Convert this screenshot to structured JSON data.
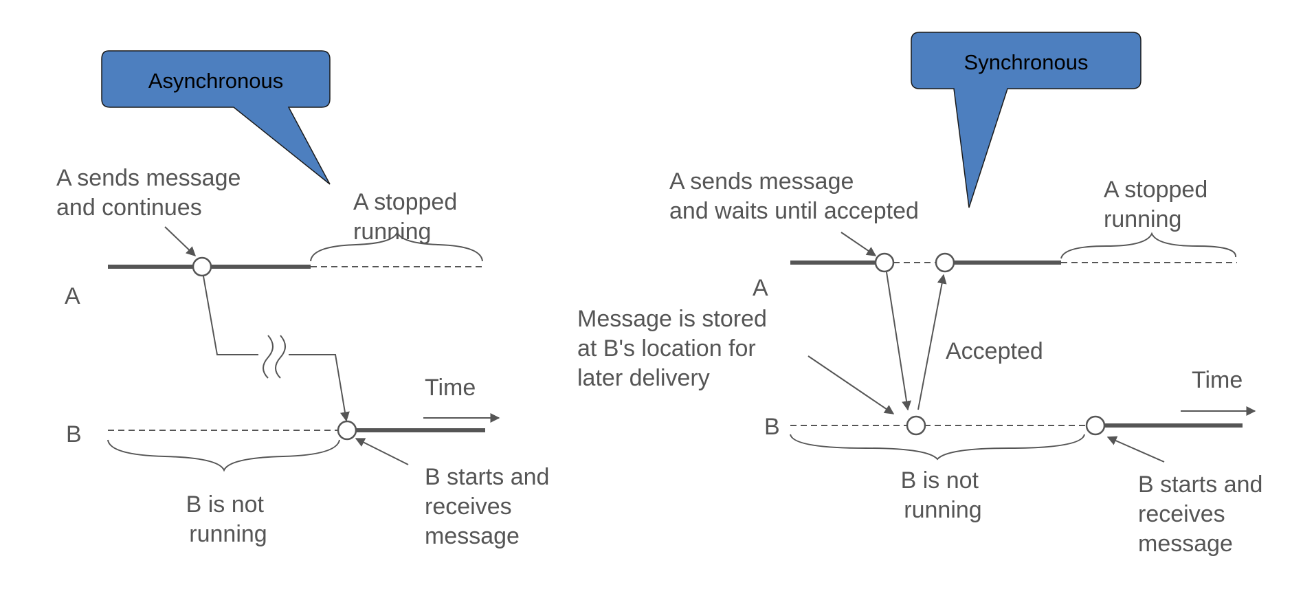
{
  "async": {
    "callout": "Asynchronous",
    "sender_note": [
      "A sends message",
      "and continues"
    ],
    "a_stopped": [
      "A stopped",
      "running"
    ],
    "label_a": "A",
    "label_b": "B",
    "time": "Time",
    "b_not_running": [
      "B is not",
      "running"
    ],
    "b_starts": [
      "B starts and",
      "receives",
      "message"
    ]
  },
  "sync": {
    "callout": "Synchronous",
    "sender_note": [
      "A sends message",
      "and waits until accepted"
    ],
    "a_stopped": [
      "A stopped",
      "running"
    ],
    "label_a": "A",
    "label_b": "B",
    "stored_note": [
      "Message is stored",
      "at B's location for",
      "later delivery"
    ],
    "accepted": "Accepted",
    "time": "Time",
    "b_not_running": [
      "B is not",
      "running"
    ],
    "b_starts": [
      "B starts and",
      "receives",
      "message"
    ]
  },
  "colors": {
    "callout_fill": "#4d7fbf",
    "line": "#555555",
    "text": "#555555"
  }
}
